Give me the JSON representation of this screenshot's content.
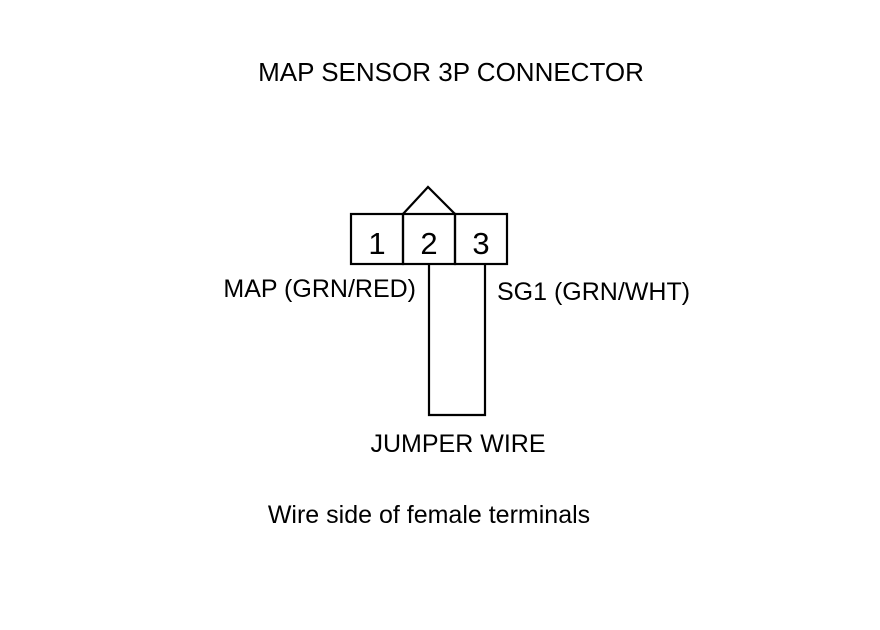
{
  "title": "MAP SENSOR 3P CONNECTOR",
  "connector": {
    "pins": [
      "1",
      "2",
      "3"
    ]
  },
  "wires": {
    "pin1": "MAP (GRN/RED)",
    "pin3": "SG1 (GRN/WHT)"
  },
  "jumper": {
    "label": "JUMPER WIRE"
  },
  "caption": "Wire side of female terminals",
  "colors": {
    "line": "#000000",
    "background": "#ffffff"
  }
}
